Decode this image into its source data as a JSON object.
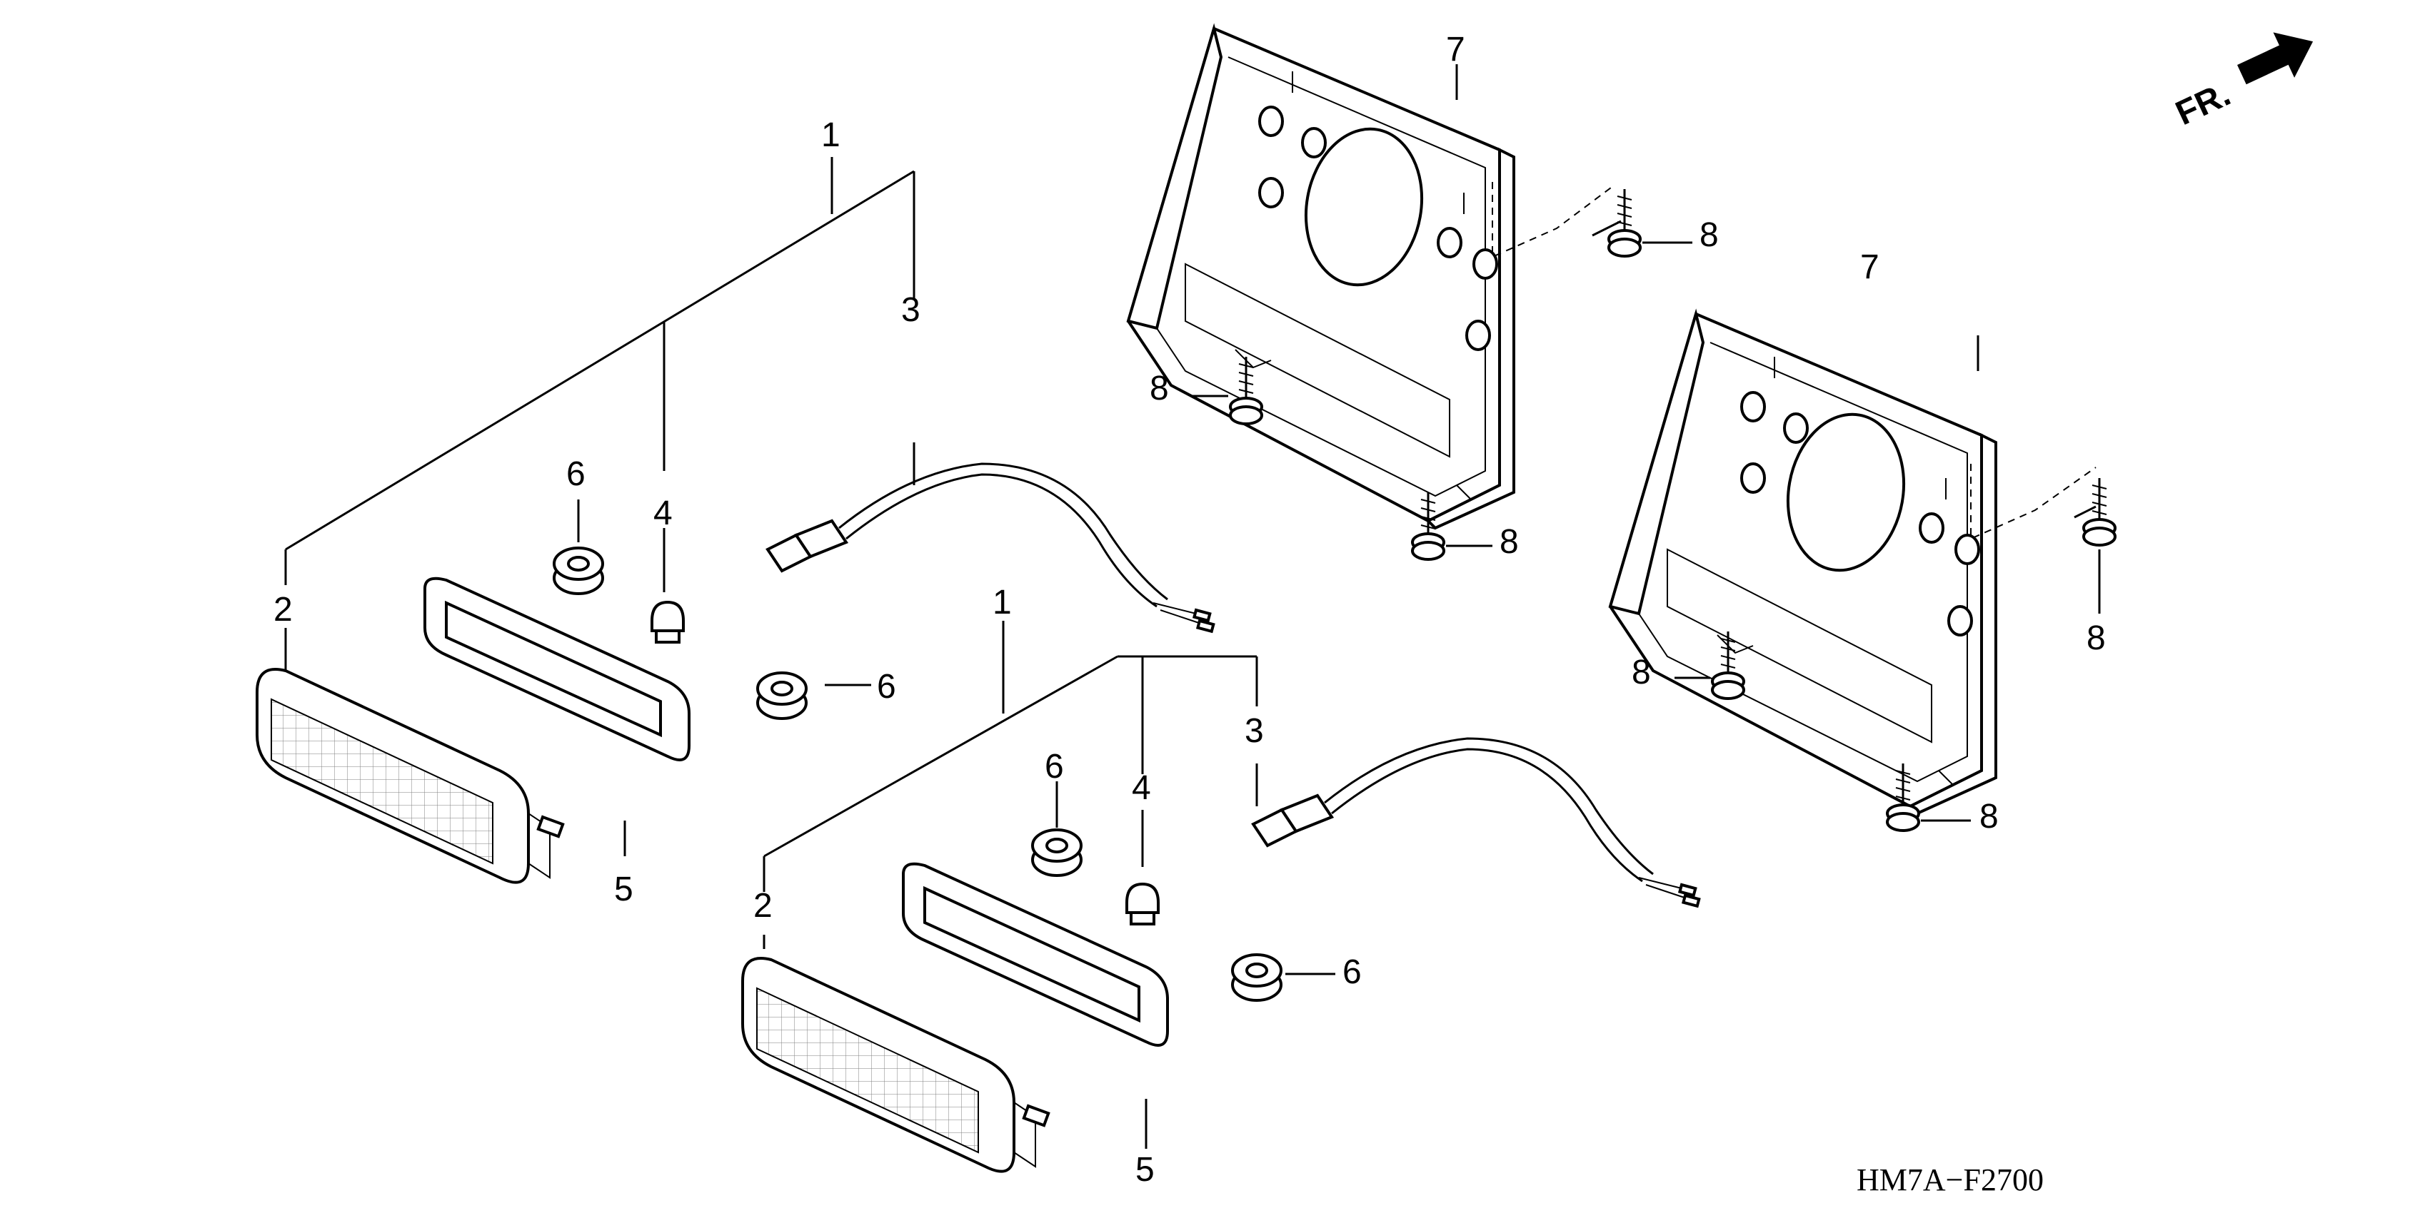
{
  "diagram": {
    "code": "HM7A−F2700",
    "direction_label": "FR.",
    "callouts": [
      "1",
      "2",
      "3",
      "4",
      "5",
      "6",
      "7",
      "8"
    ]
  }
}
